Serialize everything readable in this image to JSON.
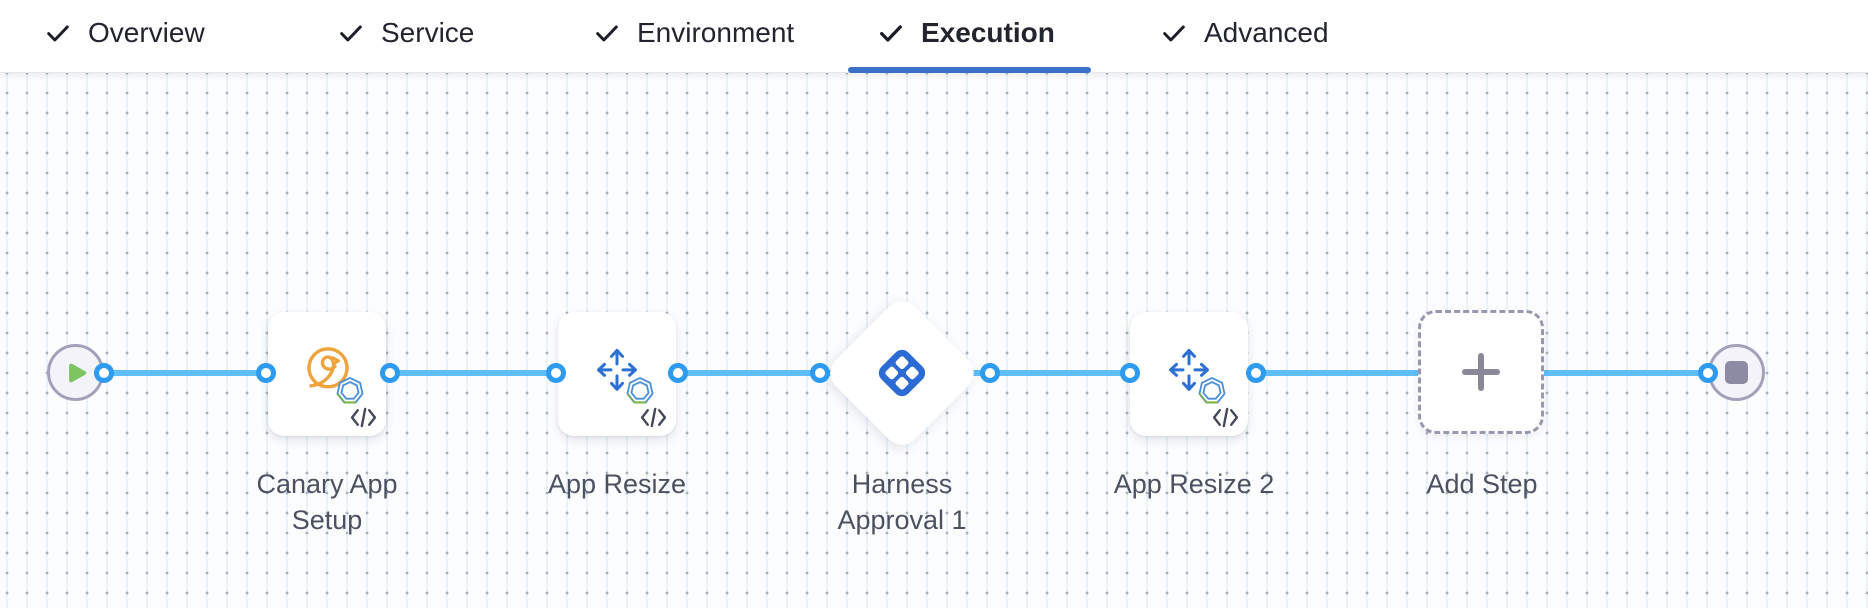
{
  "colors": {
    "underline": "#3c70c6",
    "connector": "#5fbdf7",
    "port": "#2e9bf0",
    "tab_text": "#22252e",
    "label_text": "#4b5160",
    "canary_orange": "#efa33c",
    "step_icon_blue": "#2e70d2",
    "approval_blue": "#2d6bd4",
    "play_green": "#7cc662",
    "stop_gray": "#8d8aa3",
    "badge_blue": "#4a8fd8",
    "badge_green": "#7cb342"
  },
  "tabs": {
    "items": [
      {
        "label": "Overview",
        "state": "complete",
        "active": false
      },
      {
        "label": "Service",
        "state": "complete",
        "active": false
      },
      {
        "label": "Environment",
        "state": "complete",
        "active": false
      },
      {
        "label": "Execution",
        "state": "complete",
        "active": true
      },
      {
        "label": "Advanced",
        "state": "complete",
        "active": false
      }
    ]
  },
  "pipeline": {
    "steps": [
      {
        "label": "Canary App Setup",
        "icon": "canary-bird-icon",
        "type": "step",
        "templated": true
      },
      {
        "label": "App Resize",
        "icon": "resize-arrows-icon",
        "type": "step",
        "templated": true
      },
      {
        "label": "Harness Approval 1",
        "icon": "harness-approval-icon",
        "type": "approval",
        "templated": false
      },
      {
        "label": "App Resize 2",
        "icon": "resize-arrows-icon",
        "type": "step",
        "templated": true
      },
      {
        "label": "Add Step",
        "icon": "plus-icon",
        "type": "add-step",
        "templated": false
      }
    ]
  }
}
